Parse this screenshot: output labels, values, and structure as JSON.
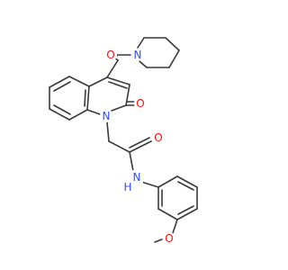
{
  "molecule": {
    "colors": {
      "bond": "#3a3a3a",
      "O": "#ff0d0d",
      "N": "#3050f8"
    },
    "atoms": {
      "o_carbonyl_top": "O",
      "n_piperidine": "N",
      "o_ring": "O",
      "n_quinolinone": "N",
      "o_amide": "O",
      "n_amide": "N",
      "nh_hydrogen": "H",
      "o_methoxy": "O"
    }
  }
}
